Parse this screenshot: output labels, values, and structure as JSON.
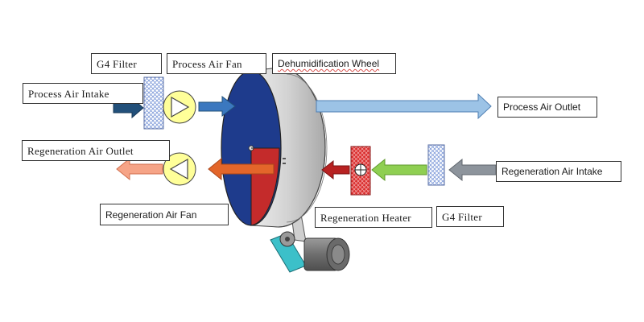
{
  "labels": {
    "g4_filter_top": "G4 Filter",
    "process_air_fan": "Process Air Fan",
    "dehumidification_wheel": "Dehumidification Wheel",
    "process_air_intake": "Process Air Intake",
    "process_air_outlet": "Process Air Outlet",
    "regeneration_air_outlet": "Regeneration Air Outlet",
    "regeneration_air_intake": "Regeneration Air Intake",
    "regeneration_air_fan": "Regeneration Air Fan",
    "regeneration_heater": "Regeneration Heater",
    "g4_filter_bottom": "G4 Filter"
  },
  "colors": {
    "wheel_face": "#1e3b8c",
    "wheel_rim": "#d6d6d6",
    "regeneration_sector": "#c42b2b",
    "process_arrow_dark": "#22507a",
    "process_arrow_mid": "#3b78bf",
    "process_arrow_light": "#9cc3e6",
    "regen_arrow_orange": "#e3662a",
    "regen_arrow_light": "#f6a487",
    "heater_red": "#d92b2b",
    "heater_arrow": "#b82222",
    "green_arrow": "#8fcf52",
    "grey_arrow": "#8d949c",
    "filter_blue": "#8aa6dd",
    "fan_fill": "#ffff99",
    "motor_grey": "#7a7a7a",
    "bracket_teal": "#3cc0c9"
  },
  "icons": {
    "fan": "fan-triangle-icon",
    "filter": "mesh-filter-icon",
    "heater": "heater-crosshair-icon",
    "motor": "gear-motor-icon"
  }
}
